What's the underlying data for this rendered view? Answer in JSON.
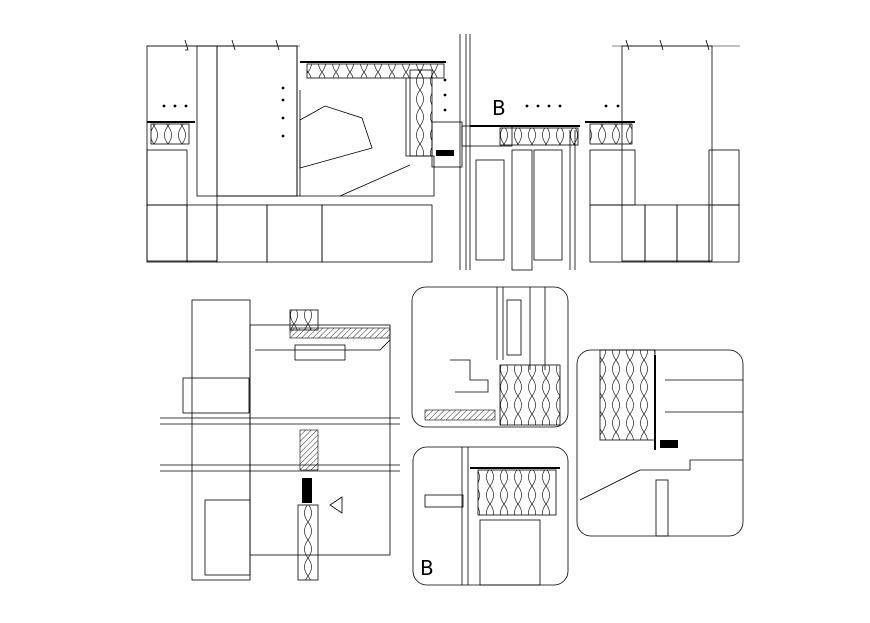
{
  "sections": [
    {
      "id": "main-section"
    },
    {
      "id": "vertical-section"
    },
    {
      "id": "detail-top-right"
    },
    {
      "id": "detail-bottom-right"
    },
    {
      "id": "detail-far-right"
    }
  ],
  "labels": {
    "section_mark_main": "B",
    "section_mark_detail": "B"
  }
}
